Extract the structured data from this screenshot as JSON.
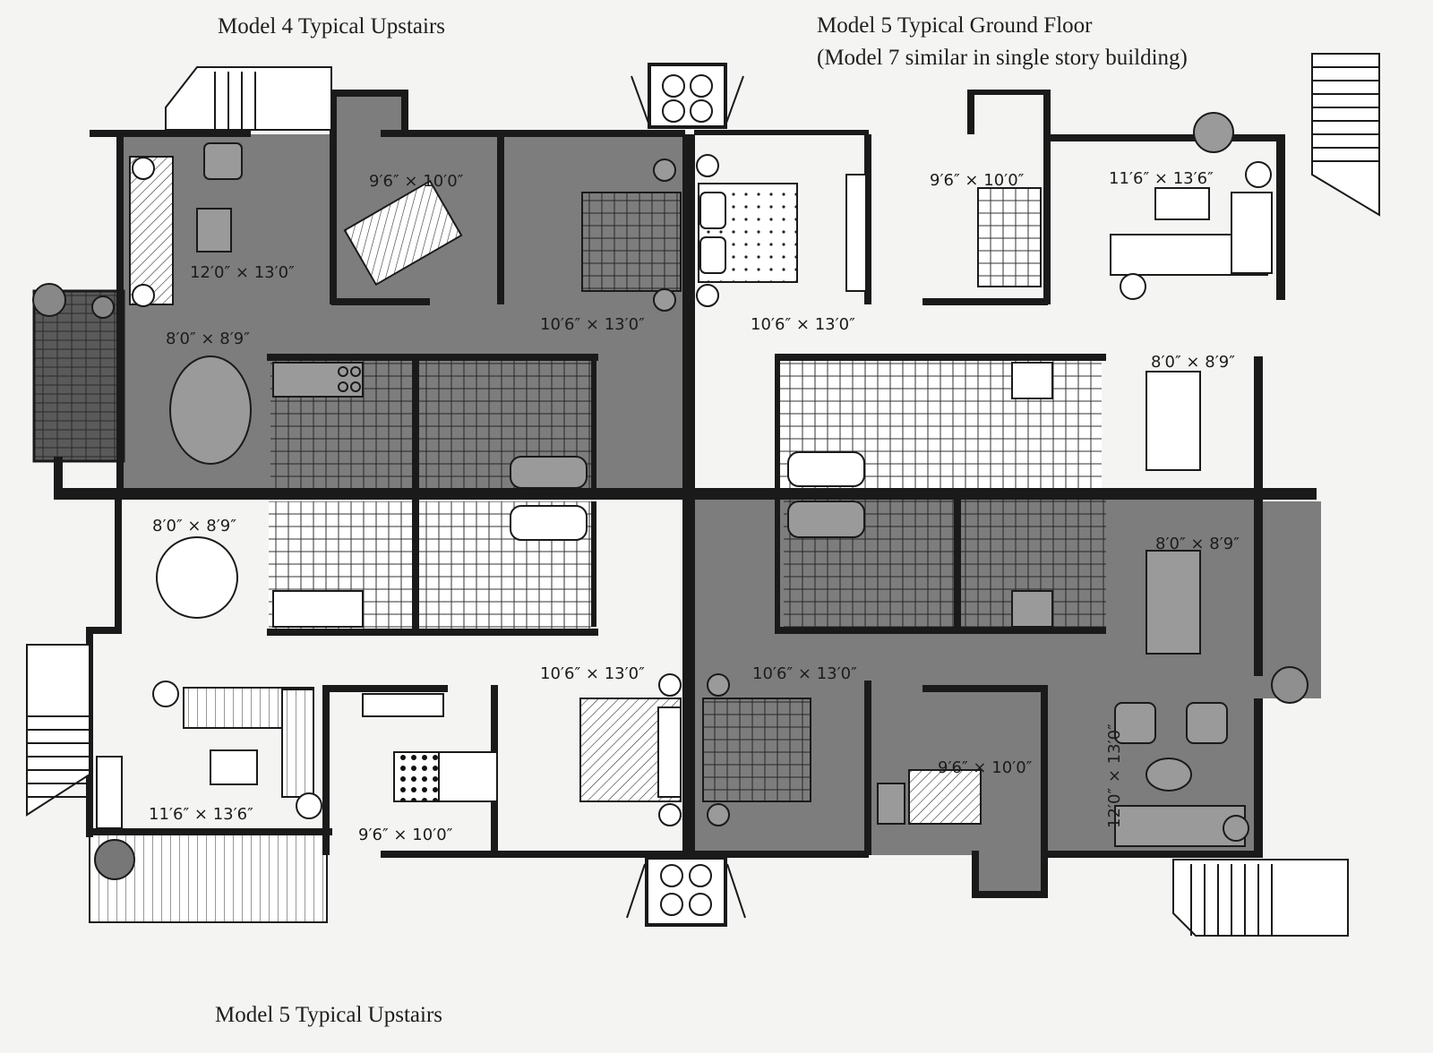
{
  "captions": {
    "model4_upstairs": "Model 4 Typical Upstairs",
    "model5_ground_line1": "Model 5 Typical Ground Floor",
    "model5_ground_line2": "(Model 7 similar in single story building)",
    "model5_upstairs": "Model 5 Typical Upstairs"
  },
  "dimensions": {
    "tl_bedroom_small": "9′6″ × 10′0″",
    "tl_living": "12′0″ × 13′0″",
    "tl_dining": "8′0″ × 8′9″",
    "tl_bedroom_master": "10′6″ × 13′0″",
    "tr_bedroom_small": "9′6″ × 10′0″",
    "tr_living": "11′6″ × 13′6″",
    "tr_bedroom_master": "10′6″ × 13′0″",
    "tr_dining": "8′0″ × 8′9″",
    "bl_dining": "8′0″ × 8′9″",
    "bl_bedroom_master": "10′6″ × 13′0″",
    "bl_living": "11′6″ × 13′6″",
    "bl_bedroom_small": "9′6″ × 10′0″",
    "br_bedroom_master": "10′6″ × 13′0″",
    "br_dining": "8′0″ × 8′9″",
    "br_bedroom_small": "9′6″ × 10′0″",
    "br_living": "12′0″ × 13′0″"
  },
  "colors": {
    "shaded_unit": "#7d7d7d",
    "walls": "#1a1a1a",
    "paper": "#f4f4f2"
  }
}
